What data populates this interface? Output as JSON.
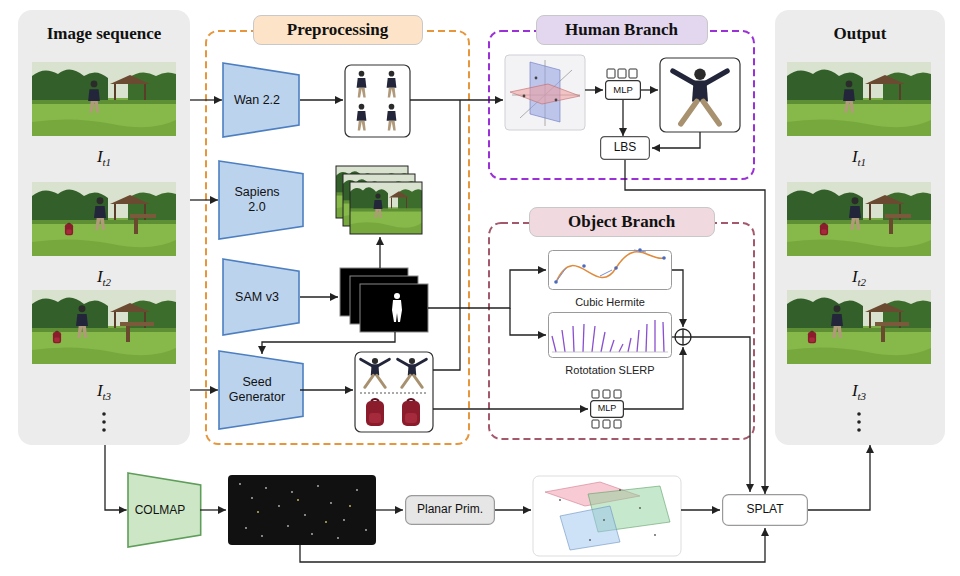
{
  "diagram": {
    "nodes": [
      {
        "text": [
          "Image sequence"
        ]
      },
      {
        "text": [
          "Preprocessing"
        ]
      },
      {
        "text": [
          "Wan 2.2"
        ],
        "in": 1
      },
      {
        "text": [
          "Sapiens 2.0"
        ],
        "in": 1
      },
      {
        "text": [
          "SAM v3"
        ],
        "in": 1
      },
      {
        "text": [
          "Seed Generator"
        ],
        "in": 1
      },
      {
        "text": [
          "Human Branch"
        ]
      },
      {
        "text": [
          "MLP"
        ],
        "in": 6
      },
      {
        "text": [
          "LBS"
        ],
        "in": 6
      },
      {
        "text": [
          "Object Branch"
        ]
      },
      {
        "text": [
          "Cubic Hermite"
        ],
        "in": 9
      },
      {
        "text": [
          "Rototation SLERP"
        ],
        "in": 9
      },
      {
        "text": [
          "MLP"
        ],
        "in": 9
      },
      {
        "text": [
          "Output"
        ]
      },
      {
        "text": [
          "COLMAP"
        ]
      },
      {
        "text": [
          "Planar Prim."
        ]
      },
      {
        "text": [
          "SPLAT"
        ]
      }
    ],
    "edges": [
      {
        "from": 0,
        "to": 2,
        "arrow": "to"
      },
      {
        "from": 0,
        "to": 3,
        "arrow": "to"
      },
      {
        "from": 0,
        "to": 5,
        "arrow": "to"
      },
      {
        "from": 7,
        "to": 8,
        "arrow": "to"
      },
      {
        "from": 8,
        "to": 16,
        "arrow": "to"
      },
      {
        "from": 16,
        "to": 13,
        "arrow": "to"
      },
      {
        "from": 0,
        "to": 14,
        "arrow": "to"
      }
    ],
    "labels": [
      "It1",
      "It2",
      "It3",
      "It1",
      "It2",
      "It3"
    ]
  }
}
